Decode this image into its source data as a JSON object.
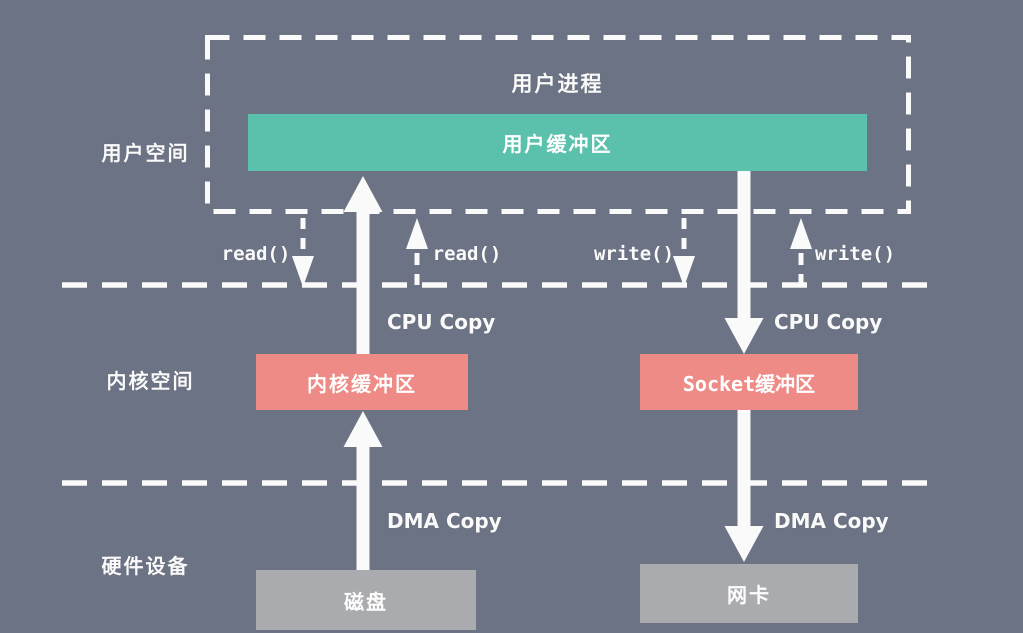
{
  "diagram": {
    "regions": {
      "user_space": "用户空间",
      "kernel_space": "内核空间",
      "hardware": "硬件设备"
    },
    "user_process": {
      "title": "用户进程",
      "user_buffer": "用户缓冲区"
    },
    "kernel_buffers": {
      "kernel_buffer": "内核缓冲区",
      "socket_buffer": "Socket缓冲区"
    },
    "hardware_devices": {
      "disk": "磁盘",
      "nic": "网卡"
    },
    "syscalls": {
      "read_call": "read()",
      "read_return": "read()",
      "write_call": "write()",
      "write_return": "write()"
    },
    "copy_labels": {
      "cpu_copy_read": "CPU Copy",
      "cpu_copy_write": "CPU Copy",
      "dma_copy_read": "DMA Copy",
      "dma_copy_write": "DMA Copy"
    },
    "colors": {
      "background": "#6C7384",
      "user_buffer_fill": "#5CC1AC",
      "kernel_buffer_fill": "#EE8B87",
      "hardware_box_fill": "#A9ABAE",
      "line": "#FAFAFA"
    }
  }
}
